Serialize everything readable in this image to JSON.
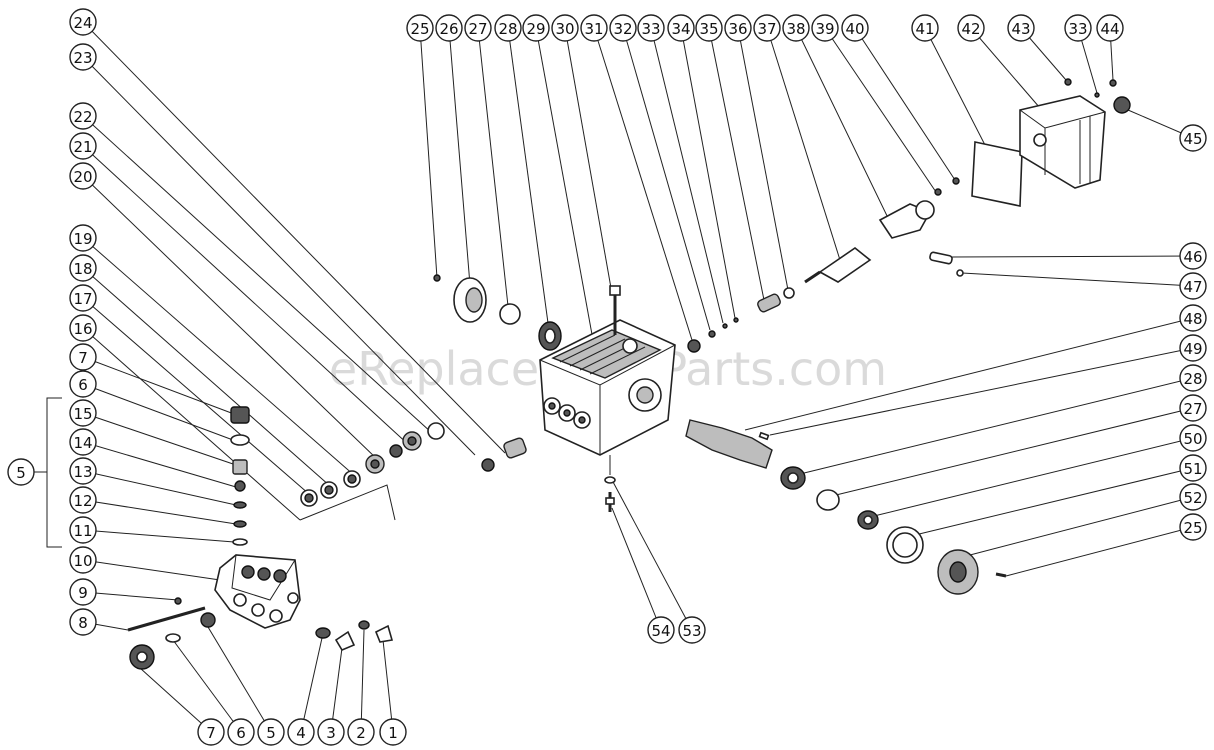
{
  "watermark": "eReplacementParts.com",
  "callouts": [
    {
      "id": "c24",
      "label": "24"
    },
    {
      "id": "c23",
      "label": "23"
    },
    {
      "id": "c22",
      "label": "22"
    },
    {
      "id": "c21",
      "label": "21"
    },
    {
      "id": "c20",
      "label": "20"
    },
    {
      "id": "c19",
      "label": "19"
    },
    {
      "id": "c18",
      "label": "18"
    },
    {
      "id": "c17",
      "label": "17"
    },
    {
      "id": "c16",
      "label": "16"
    },
    {
      "id": "c7a",
      "label": "7"
    },
    {
      "id": "c6a",
      "label": "6"
    },
    {
      "id": "c15",
      "label": "15"
    },
    {
      "id": "c14",
      "label": "14"
    },
    {
      "id": "c13",
      "label": "13"
    },
    {
      "id": "c12",
      "label": "12"
    },
    {
      "id": "c11",
      "label": "11"
    },
    {
      "id": "c10",
      "label": "10"
    },
    {
      "id": "c9",
      "label": "9"
    },
    {
      "id": "c8",
      "label": "8"
    },
    {
      "id": "c5a",
      "label": "5"
    },
    {
      "id": "c7b",
      "label": "7"
    },
    {
      "id": "c6b",
      "label": "6"
    },
    {
      "id": "c5b",
      "label": "5"
    },
    {
      "id": "c4",
      "label": "4"
    },
    {
      "id": "c3",
      "label": "3"
    },
    {
      "id": "c2",
      "label": "2"
    },
    {
      "id": "c1",
      "label": "1"
    },
    {
      "id": "c25a",
      "label": "25"
    },
    {
      "id": "c26",
      "label": "26"
    },
    {
      "id": "c27a",
      "label": "27"
    },
    {
      "id": "c28a",
      "label": "28"
    },
    {
      "id": "c29",
      "label": "29"
    },
    {
      "id": "c30",
      "label": "30"
    },
    {
      "id": "c31",
      "label": "31"
    },
    {
      "id": "c32",
      "label": "32"
    },
    {
      "id": "c33a",
      "label": "33"
    },
    {
      "id": "c34",
      "label": "34"
    },
    {
      "id": "c35",
      "label": "35"
    },
    {
      "id": "c36",
      "label": "36"
    },
    {
      "id": "c37",
      "label": "37"
    },
    {
      "id": "c38",
      "label": "38"
    },
    {
      "id": "c39",
      "label": "39"
    },
    {
      "id": "c40",
      "label": "40"
    },
    {
      "id": "c41",
      "label": "41"
    },
    {
      "id": "c42",
      "label": "42"
    },
    {
      "id": "c43",
      "label": "43"
    },
    {
      "id": "c33b",
      "label": "33"
    },
    {
      "id": "c44",
      "label": "44"
    },
    {
      "id": "c45",
      "label": "45"
    },
    {
      "id": "c46",
      "label": "46"
    },
    {
      "id": "c47",
      "label": "47"
    },
    {
      "id": "c48",
      "label": "48"
    },
    {
      "id": "c49",
      "label": "49"
    },
    {
      "id": "c28b",
      "label": "28"
    },
    {
      "id": "c27b",
      "label": "27"
    },
    {
      "id": "c50",
      "label": "50"
    },
    {
      "id": "c51",
      "label": "51"
    },
    {
      "id": "c52",
      "label": "52"
    },
    {
      "id": "c25b",
      "label": "25"
    },
    {
      "id": "c54",
      "label": "54"
    },
    {
      "id": "c53",
      "label": "53"
    }
  ]
}
